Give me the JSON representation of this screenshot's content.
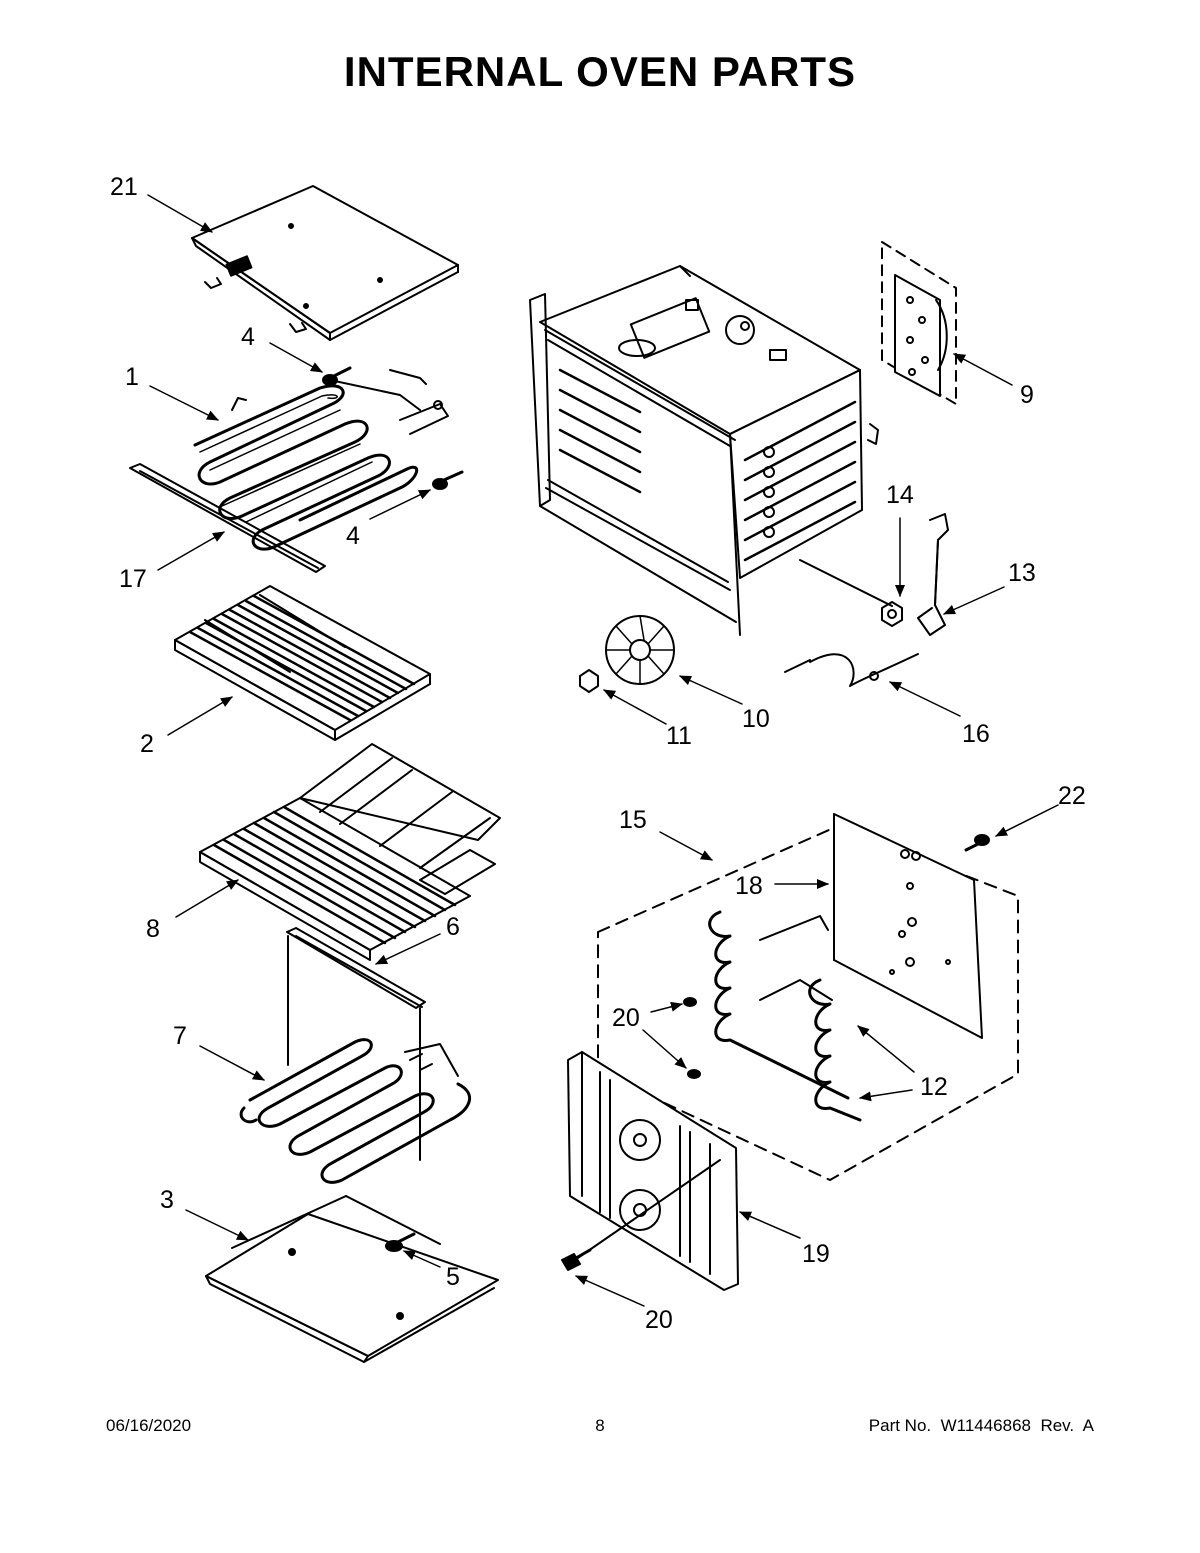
{
  "title": "INTERNAL OVEN PARTS",
  "callouts": [
    {
      "id": "c21",
      "label": "21"
    },
    {
      "id": "c4a",
      "label": "4"
    },
    {
      "id": "c1",
      "label": "1"
    },
    {
      "id": "c4b",
      "label": "4"
    },
    {
      "id": "c17",
      "label": "17"
    },
    {
      "id": "c2",
      "label": "2"
    },
    {
      "id": "c8",
      "label": "8"
    },
    {
      "id": "c6",
      "label": "6"
    },
    {
      "id": "c7",
      "label": "7"
    },
    {
      "id": "c3",
      "label": "3"
    },
    {
      "id": "c5",
      "label": "5"
    },
    {
      "id": "c9",
      "label": "9"
    },
    {
      "id": "c14",
      "label": "14"
    },
    {
      "id": "c13",
      "label": "13"
    },
    {
      "id": "c10",
      "label": "10"
    },
    {
      "id": "c11",
      "label": "11"
    },
    {
      "id": "c16",
      "label": "16"
    },
    {
      "id": "c15",
      "label": "15"
    },
    {
      "id": "c22",
      "label": "22"
    },
    {
      "id": "c18",
      "label": "18"
    },
    {
      "id": "c20a",
      "label": "20"
    },
    {
      "id": "c12",
      "label": "12"
    },
    {
      "id": "c19",
      "label": "19"
    },
    {
      "id": "c20b",
      "label": "20"
    }
  ],
  "footer": {
    "date": "06/16/2020",
    "page": "8",
    "part": "Part No.  W11446868  Rev.  A"
  }
}
